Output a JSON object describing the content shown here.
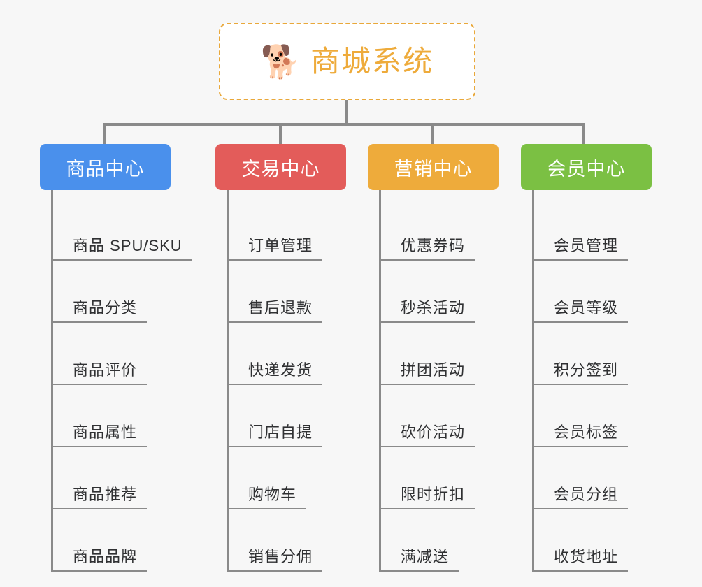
{
  "root": {
    "icon": "shiba-dog-face-emoji",
    "emoji": "🐕",
    "title": "商城系统",
    "border_color": "#e9a83a",
    "text_color": "#eeab3b"
  },
  "background_color": "#f7f7f7",
  "connector_color": "#8a8a8a",
  "branches": [
    {
      "label": "商品中心",
      "color": "#4a90ec",
      "items": [
        "商品 SPU/SKU",
        "商品分类",
        "商品评价",
        "商品属性",
        "商品推荐",
        "商品品牌"
      ]
    },
    {
      "label": "交易中心",
      "color": "#e35c5a",
      "items": [
        "订单管理",
        "售后退款",
        "快递发货",
        "门店自提",
        "购物车",
        "销售分佣"
      ]
    },
    {
      "label": "营销中心",
      "color": "#eeab3b",
      "items": [
        "优惠券码",
        "秒杀活动",
        "拼团活动",
        "砍价活动",
        "限时折扣",
        "满减送"
      ]
    },
    {
      "label": "会员中心",
      "color": "#7bc043",
      "items": [
        "会员管理",
        "会员等级",
        "积分签到",
        "会员标签",
        "会员分组",
        "收货地址"
      ]
    }
  ]
}
